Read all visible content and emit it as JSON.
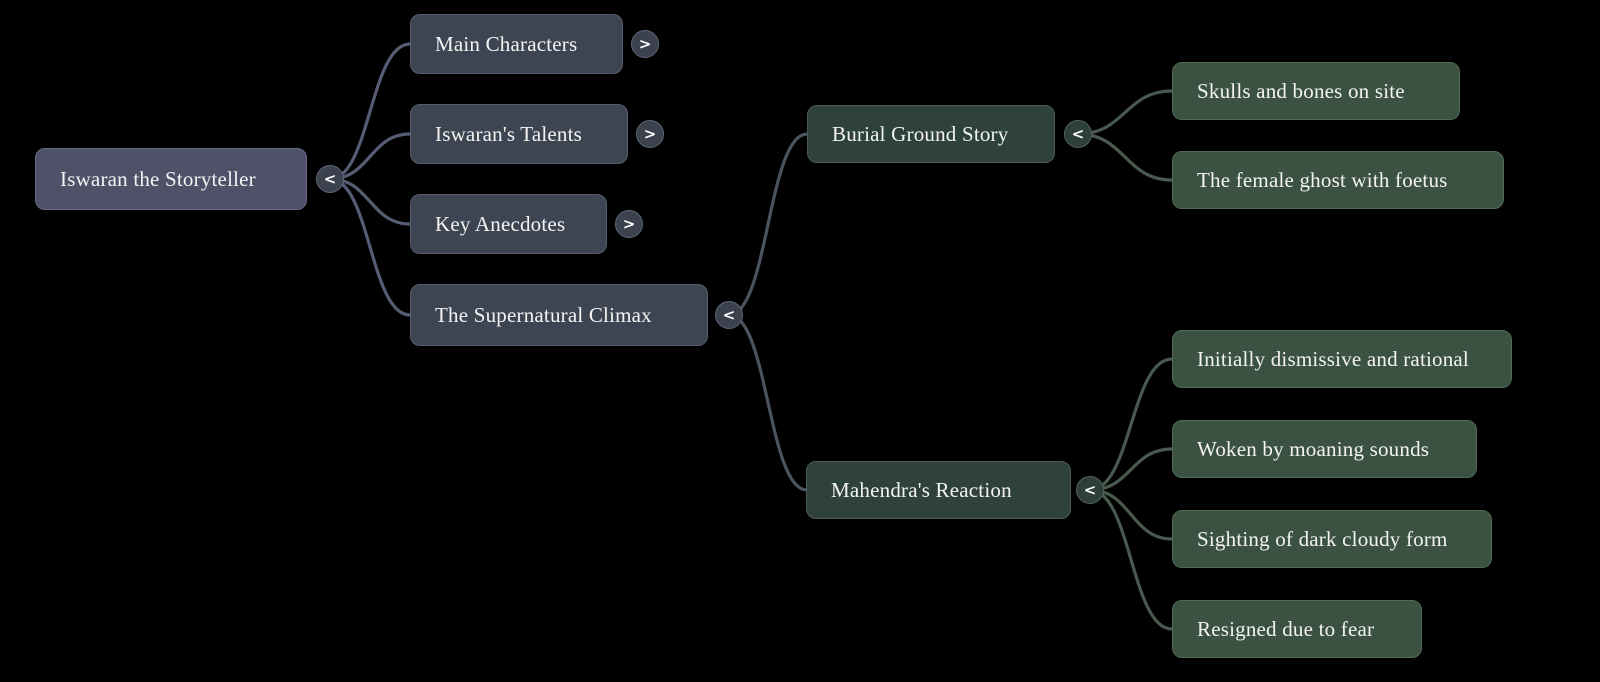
{
  "toggles": {
    "collapse": "<",
    "expand": ">"
  },
  "colors": {
    "background": "#000000",
    "root_node": "#4e5168",
    "branch_node": "#3e4552",
    "section_node": "#2f413b",
    "leaf_node": "#3b5141",
    "text": "#f3f3f3",
    "root_link": "#565c74",
    "section_link": "#4b545e",
    "leaf_link": "#48594e"
  },
  "hierarchy": {
    "root": {
      "label": "Iswaran the Storyteller",
      "state": "expanded"
    },
    "children": [
      {
        "label": "Main Characters",
        "state": "collapsed"
      },
      {
        "label": "Iswaran's Talents",
        "state": "collapsed"
      },
      {
        "label": "Key Anecdotes",
        "state": "collapsed"
      },
      {
        "label": "The Supernatural Climax",
        "state": "expanded",
        "children": [
          {
            "label": "Burial Ground Story",
            "state": "expanded",
            "children": [
              {
                "label": "Skulls and bones on site"
              },
              {
                "label": "The female ghost with foetus"
              }
            ]
          },
          {
            "label": "Mahendra's Reaction",
            "state": "expanded",
            "children": [
              {
                "label": "Initially dismissive and rational"
              },
              {
                "label": "Woken by moaning sounds"
              },
              {
                "label": "Sighting of dark cloudy form"
              },
              {
                "label": "Resigned due to fear"
              }
            ]
          }
        ]
      }
    ]
  }
}
